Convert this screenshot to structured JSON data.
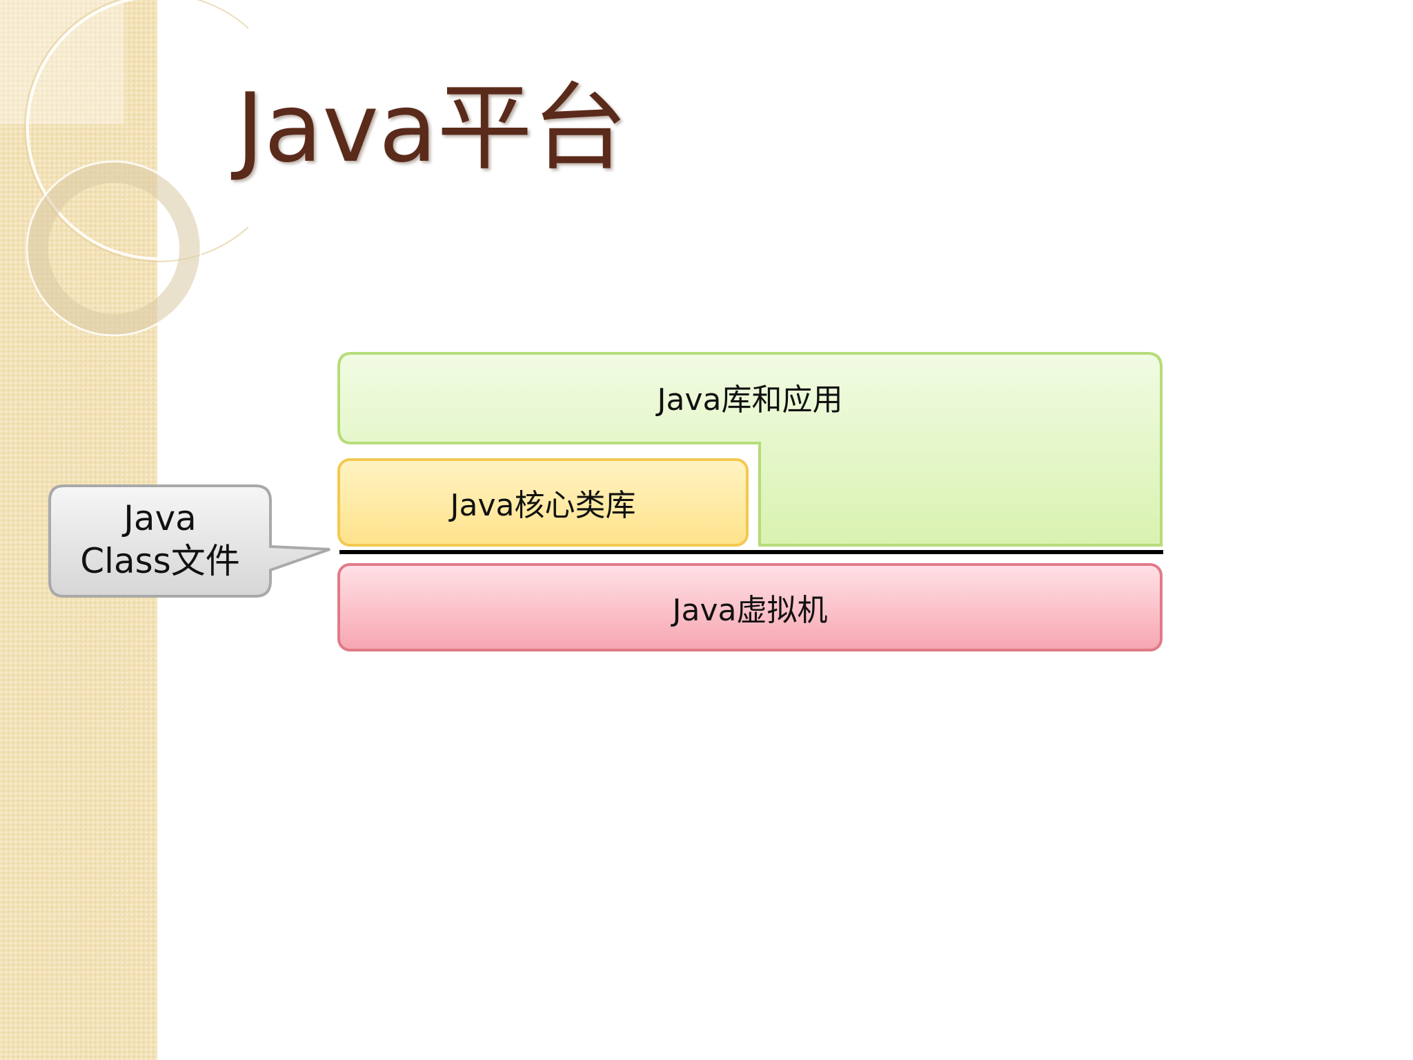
{
  "slide": {
    "title": "Java平台"
  },
  "diagram": {
    "layers": {
      "apps": "Java库和应用",
      "core": "Java核心类库",
      "vm": "Java虚拟机"
    },
    "callout": {
      "line1": "Java",
      "line2": "Class文件"
    }
  },
  "colors": {
    "title": "#5a2a1a",
    "apps_fill": "#e6f7c8",
    "apps_border": "#b6dc79",
    "core_fill": "#ffe9a3",
    "core_border": "#f4c84f",
    "vm_fill": "#fbc4cc",
    "vm_border": "#e07a87",
    "callout_fill": "#e4e4e4",
    "callout_border": "#a9a9a9"
  }
}
